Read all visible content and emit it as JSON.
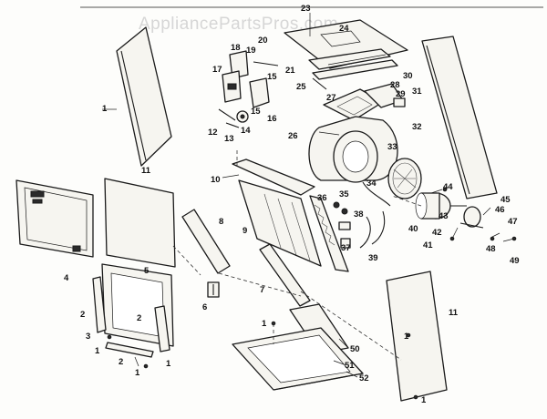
{
  "watermark": "AppliancePartsPros.com",
  "labels": [
    {
      "id": "23",
      "text": "23"
    },
    {
      "id": "24",
      "text": "24"
    },
    {
      "id": "18",
      "text": "18"
    },
    {
      "id": "19",
      "text": "19"
    },
    {
      "id": "20",
      "text": "20"
    },
    {
      "id": "17",
      "text": "17"
    },
    {
      "id": "21",
      "text": "21"
    },
    {
      "id": "15a",
      "text": "15"
    },
    {
      "id": "15b",
      "text": "15"
    },
    {
      "id": "16",
      "text": "16"
    },
    {
      "id": "14",
      "text": "14"
    },
    {
      "id": "13",
      "text": "13"
    },
    {
      "id": "12",
      "text": "12"
    },
    {
      "id": "25",
      "text": "25"
    },
    {
      "id": "27",
      "text": "27"
    },
    {
      "id": "28",
      "text": "28"
    },
    {
      "id": "29",
      "text": "29"
    },
    {
      "id": "30",
      "text": "30"
    },
    {
      "id": "31",
      "text": "31"
    },
    {
      "id": "32",
      "text": "32"
    },
    {
      "id": "26",
      "text": "26"
    },
    {
      "id": "11a",
      "text": "11"
    },
    {
      "id": "11b",
      "text": "11"
    },
    {
      "id": "10",
      "text": "10"
    },
    {
      "id": "33",
      "text": "33"
    },
    {
      "id": "34",
      "text": "34"
    },
    {
      "id": "35",
      "text": "35"
    },
    {
      "id": "36",
      "text": "36"
    },
    {
      "id": "38",
      "text": "38"
    },
    {
      "id": "37",
      "text": "37"
    },
    {
      "id": "39",
      "text": "39"
    },
    {
      "id": "40",
      "text": "40"
    },
    {
      "id": "41",
      "text": "41"
    },
    {
      "id": "42",
      "text": "42"
    },
    {
      "id": "43",
      "text": "43"
    },
    {
      "id": "44",
      "text": "44"
    },
    {
      "id": "45",
      "text": "45"
    },
    {
      "id": "46",
      "text": "46"
    },
    {
      "id": "47",
      "text": "47"
    },
    {
      "id": "48",
      "text": "48"
    },
    {
      "id": "49",
      "text": "49"
    },
    {
      "id": "9",
      "text": "9"
    },
    {
      "id": "8",
      "text": "8"
    },
    {
      "id": "7",
      "text": "7"
    },
    {
      "id": "6",
      "text": "6"
    },
    {
      "id": "5",
      "text": "5"
    },
    {
      "id": "4",
      "text": "4"
    },
    {
      "id": "3",
      "text": "3"
    },
    {
      "id": "2a",
      "text": "2"
    },
    {
      "id": "2b",
      "text": "2"
    },
    {
      "id": "2c",
      "text": "2"
    },
    {
      "id": "1a",
      "text": "1"
    },
    {
      "id": "1b",
      "text": "1"
    },
    {
      "id": "1c",
      "text": "1"
    },
    {
      "id": "1d",
      "text": "1"
    },
    {
      "id": "1e",
      "text": "1"
    },
    {
      "id": "1f",
      "text": "1"
    },
    {
      "id": "1g",
      "text": "1"
    },
    {
      "id": "50",
      "text": "50"
    },
    {
      "id": "51",
      "text": "51"
    },
    {
      "id": "52",
      "text": "52"
    }
  ]
}
